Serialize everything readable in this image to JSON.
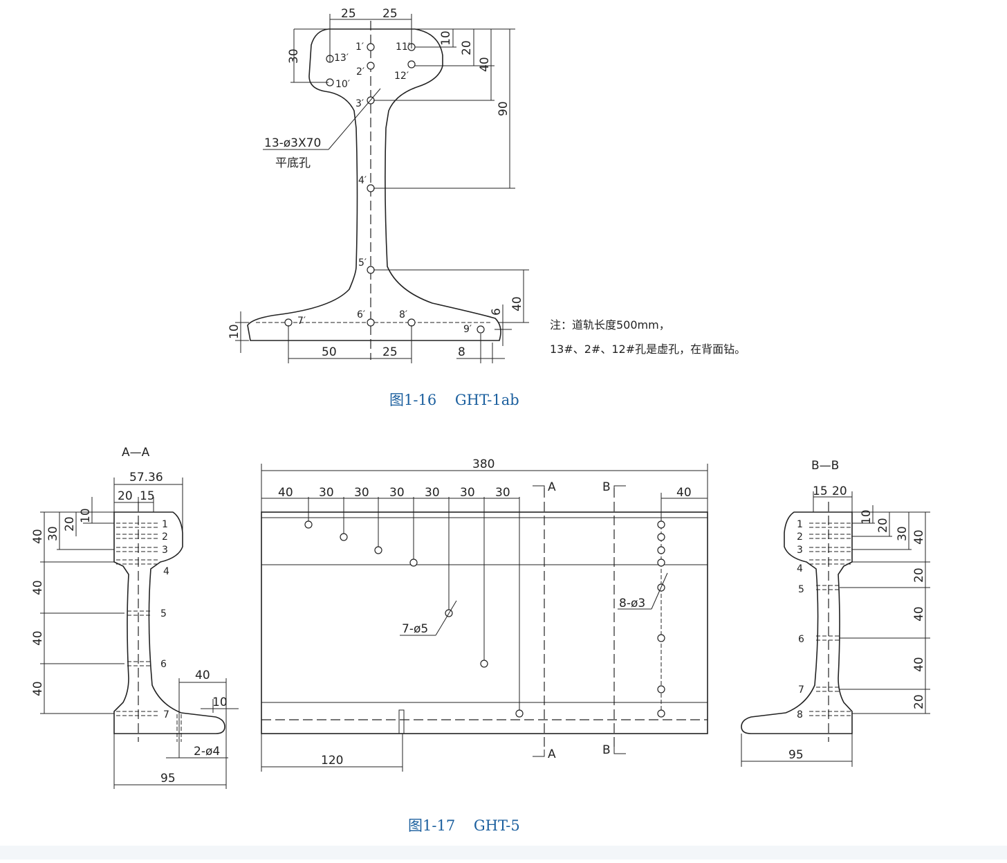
{
  "figure1": {
    "caption": "图1-16    GHT-1ab",
    "dims_top": [
      "25",
      "25"
    ],
    "dims_right": [
      "10",
      "20",
      "40",
      "90",
      "40",
      "6"
    ],
    "dims_left": [
      "30",
      "10"
    ],
    "dims_bottom": [
      "50",
      "25",
      "8"
    ],
    "hole_labels": [
      "1′",
      "2′",
      "3′",
      "4′",
      "5′",
      "6′",
      "7′",
      "8′",
      "9′",
      "10′",
      "11′",
      "12′",
      "13′"
    ],
    "callout_line1": "13-ø3X70",
    "callout_line2": "平底孔",
    "note_line1": "注：道轨长度500mm，",
    "note_line2": "13#、2#、12#孔是虚孔，在背面钻。"
  },
  "figure2": {
    "caption": "图1-17    GHT-5",
    "section_aa": {
      "title": "A—A",
      "dims": [
        "57.36",
        "20",
        "15",
        "10",
        "20",
        "30",
        "40",
        "40",
        "40",
        "40",
        "40",
        "10",
        "2-ø4",
        "95"
      ],
      "hole_numbers": [
        "1",
        "2",
        "3",
        "4",
        "5",
        "6",
        "7"
      ]
    },
    "side_view": {
      "overall": "380",
      "spacings": [
        "40",
        "30",
        "30",
        "30",
        "30",
        "30",
        "30"
      ],
      "right_dim": "40",
      "bottom_dim": "120",
      "callout_left": "7-ø5",
      "callout_right": "8-ø3",
      "section_mark_a": "A",
      "section_mark_b": "B"
    },
    "section_bb": {
      "title": "B—B",
      "dims": [
        "15",
        "20",
        "10",
        "20",
        "30",
        "40",
        "20",
        "40",
        "40",
        "20",
        "95"
      ],
      "hole_numbers": [
        "1",
        "2",
        "3",
        "4",
        "5",
        "6",
        "7",
        "8"
      ]
    }
  }
}
